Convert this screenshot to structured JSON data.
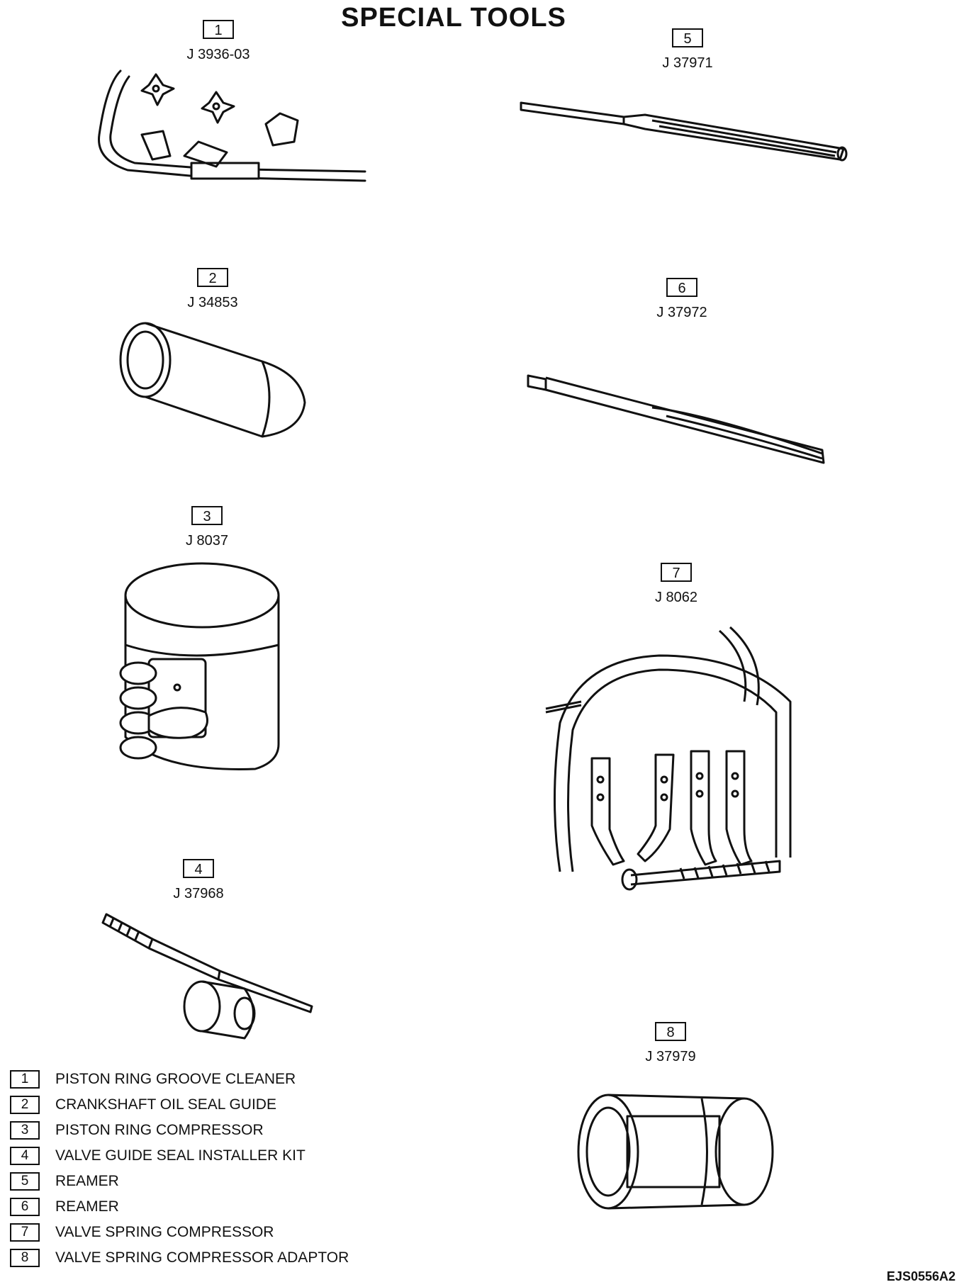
{
  "title": "SPECIAL TOOLS",
  "tools": [
    {
      "num": "1",
      "part": "J 3936-03"
    },
    {
      "num": "2",
      "part": "J 34853"
    },
    {
      "num": "3",
      "part": "J 8037"
    },
    {
      "num": "4",
      "part": "J 37968"
    },
    {
      "num": "5",
      "part": "J 37971"
    },
    {
      "num": "6",
      "part": "J 37972"
    },
    {
      "num": "7",
      "part": "J 8062"
    },
    {
      "num": "8",
      "part": "J 37979"
    }
  ],
  "legend": [
    {
      "num": "1",
      "label": "PISTON RING GROOVE CLEANER"
    },
    {
      "num": "2",
      "label": "CRANKSHAFT OIL SEAL GUIDE"
    },
    {
      "num": "3",
      "label": "PISTON RING COMPRESSOR"
    },
    {
      "num": "4",
      "label": "VALVE GUIDE SEAL INSTALLER KIT"
    },
    {
      "num": "5",
      "label": "REAMER"
    },
    {
      "num": "6",
      "label": "REAMER"
    },
    {
      "num": "7",
      "label": "VALVE SPRING COMPRESSOR"
    },
    {
      "num": "8",
      "label": "VALVE SPRING COMPRESSOR ADAPTOR"
    }
  ],
  "figure_code": "EJS0556A2"
}
